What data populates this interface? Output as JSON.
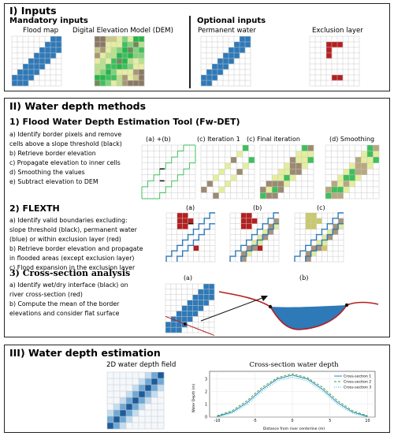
{
  "colors": {
    "water": "#2e79b8",
    "exclusion": "#b51f1f",
    "boundary": "#111111",
    "grid": "#c8c8c8",
    "dem_high": "#8a7864",
    "dem_low": "#27b548"
  },
  "inputs": {
    "title": "I) Inputs",
    "mandatory_title": "Mandatory inputs",
    "optional_title": "Optional inputs",
    "flood_map_caption": "Flood map",
    "dem_caption": "Digital Elevation Model (DEM)",
    "permanent_water_caption": "Permanent water",
    "exclusion_caption": "Exclusion layer"
  },
  "methods": {
    "title": "II) Water depth methods",
    "fwdet": {
      "heading": "1) Flood Water Depth Estimation Tool (Fw-DET)",
      "steps": [
        "a) Identify border pixels and remove",
        "cells above a slope threshold (black)",
        "b) Retrieve border elevation",
        "c) Propagate elevation to inner cells",
        "d) Smoothing the values",
        "e) Subtract elevation to DEM"
      ],
      "panel_labels": [
        "(a) +(b)",
        "(c) Iteration 1",
        "(c) Final iteration",
        "(d) Smoothing"
      ]
    },
    "flexth": {
      "heading": "2) FLEXTH",
      "steps": [
        "a) Identify valid boundaries excluding:",
        "slope threshold (black), permanent water",
        "(blue) or within exclusion layer (red)",
        "b) Retrieve border elevation and propagate",
        "in flooded areas (except exclusion layer)",
        "c) Flood expansion in the exclusion layer"
      ],
      "panel_labels": [
        "(a)",
        "(b)",
        "(c)"
      ]
    },
    "crosssection": {
      "heading": "3) Cross-section analysis",
      "steps": [
        "a) Identify wet/dry interface (black) on",
        "river cross-section (red)",
        "b) Compute the mean of the border",
        "elevations and consider flat surface"
      ],
      "panel_labels": [
        "(a)",
        "(b)"
      ]
    }
  },
  "estimation": {
    "title": "III) Water depth estimation",
    "field_caption": "2D water depth field",
    "chart_title": "Cross-section water depth"
  },
  "chart_data": {
    "type": "line",
    "title": "Cross-section water depth",
    "xlabel": "Distance from river centerline (m)",
    "ylabel": "Water Depth (m)",
    "xlim": [
      -11,
      11
    ],
    "ylim": [
      0,
      3.6
    ],
    "xticks": [
      -10,
      -5,
      0,
      5,
      10
    ],
    "yticks": [
      0,
      1,
      2,
      3
    ],
    "legend_position": "top-right",
    "x": [
      -10,
      -8,
      -6,
      -4,
      -2,
      0,
      2,
      4,
      6,
      8,
      10
    ],
    "series": [
      {
        "name": "Cross-section 1",
        "color": "#1f77b4",
        "dash": "",
        "values": [
          0.05,
          0.4,
          1.15,
          2.2,
          3.0,
          3.3,
          3.0,
          2.2,
          1.15,
          0.4,
          0.05
        ]
      },
      {
        "name": "Cross-section 2",
        "color": "#2ca02c",
        "dash": "3,2",
        "values": [
          0.1,
          0.5,
          1.3,
          2.35,
          3.1,
          3.4,
          3.1,
          2.35,
          1.3,
          0.5,
          0.1
        ]
      },
      {
        "name": "Cross-section 3",
        "color": "#17becf",
        "dash": "1,1.5",
        "values": [
          0.0,
          0.3,
          1.0,
          2.05,
          2.85,
          3.15,
          2.85,
          2.05,
          1.0,
          0.3,
          0.0
        ]
      }
    ]
  }
}
